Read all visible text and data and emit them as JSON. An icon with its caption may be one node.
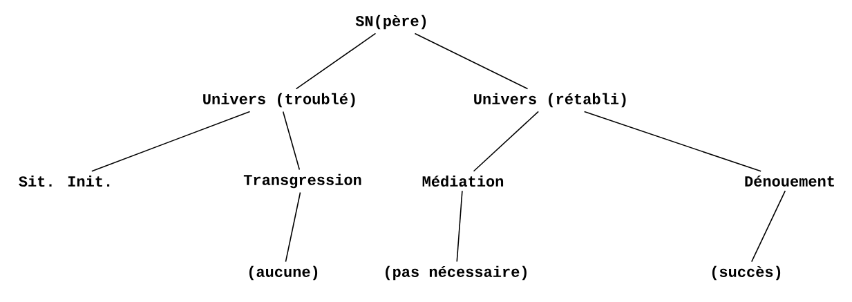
{
  "diagram": {
    "nodes": [
      {
        "text": [
          "SN(père)"
        ]
      },
      {
        "text": [
          "Univers (troublé)"
        ]
      },
      {
        "text": [
          "Univers (rétabli)"
        ]
      },
      {
        "text": [
          "Sit. Init."
        ]
      },
      {
        "text": [
          "Transgression"
        ]
      },
      {
        "text": [
          "Médiation"
        ]
      },
      {
        "text": [
          "Dénouement"
        ]
      },
      {
        "text": [
          "(aucune)"
        ]
      },
      {
        "text": [
          "(pas nécessaire)"
        ]
      },
      {
        "text": [
          "(succès)"
        ]
      }
    ],
    "edges": [
      {
        "from": 0,
        "to": 1,
        "arrow": "none"
      },
      {
        "from": 0,
        "to": 2,
        "arrow": "none"
      },
      {
        "from": 1,
        "to": 3,
        "arrow": "none"
      },
      {
        "from": 1,
        "to": 4,
        "arrow": "none"
      },
      {
        "from": 2,
        "to": 5,
        "arrow": "none"
      },
      {
        "from": 2,
        "to": 6,
        "arrow": "none"
      },
      {
        "from": 4,
        "to": 7,
        "arrow": "none"
      },
      {
        "from": 5,
        "to": 8,
        "arrow": "none"
      },
      {
        "from": 6,
        "to": 9,
        "arrow": "none"
      }
    ]
  }
}
